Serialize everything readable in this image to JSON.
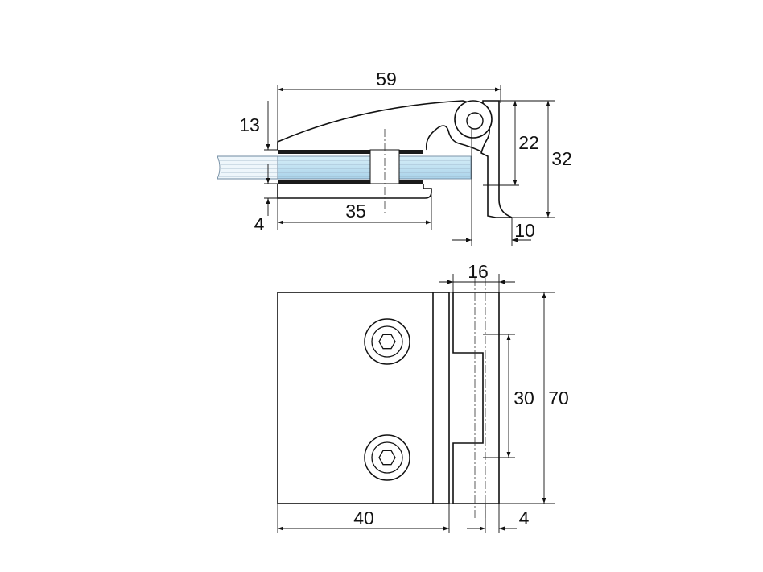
{
  "colors": {
    "line": "#111111",
    "glass": "#c5e4f3",
    "glass_edge": "#6f8aa0",
    "gasket": "#1a1a1a",
    "background": "#ffffff"
  },
  "side_view": {
    "overall_width": "59",
    "top_height": "13",
    "pin_height": "22",
    "total_height": "32",
    "plate_thickness": "4",
    "clamp_length": "35",
    "leaf_thickness": "10"
  },
  "front_view": {
    "knuckle_width": "16",
    "slot_height": "30",
    "overall_height": "70",
    "plate_width": "40",
    "knuckle_wall": "4"
  },
  "icons": [
    "hex-socket-screw-icon",
    "hex-socket-screw-icon"
  ]
}
